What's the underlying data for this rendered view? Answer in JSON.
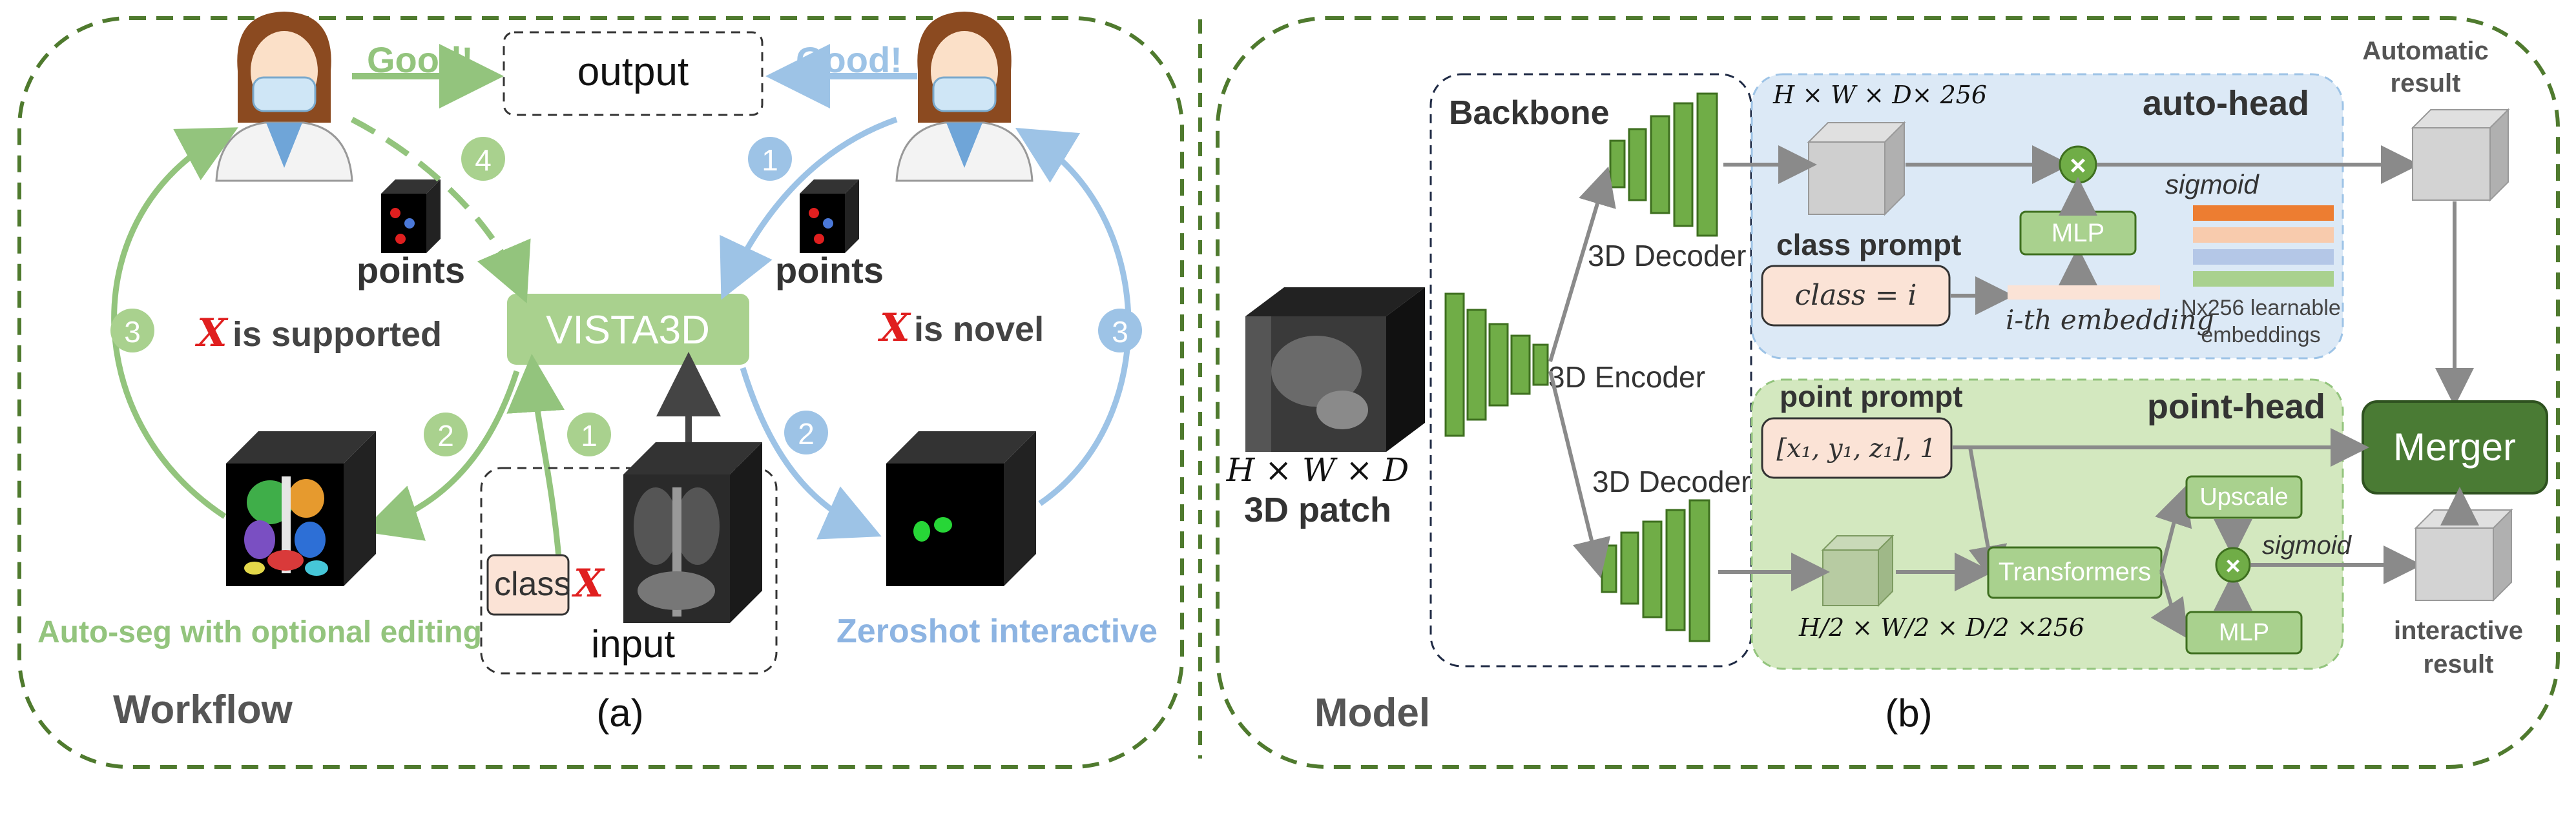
{
  "workflow": {
    "good_left": "Good!",
    "good_right": "Good!",
    "output": "output",
    "points_left": "points",
    "points_right": "points",
    "vista3d": "VISTA3D",
    "x_letter": "X",
    "is_supported": "is supported",
    "is_novel": "is novel",
    "class_word": "class",
    "input": "input",
    "auto_seg": "Auto-seg with optional editing",
    "zeroshot": "Zeroshot interactive",
    "workflow_label": "Workflow",
    "panel_a": "(a)",
    "step_1": "1",
    "step_2": "2",
    "step_3": "3",
    "step_4": "4"
  },
  "model": {
    "model_label": "Model",
    "panel_b": "(b)",
    "backbone": "Backbone",
    "decoder_top": "3D Decoder",
    "decoder_bottom": "3D Decoder",
    "encoder": "3D Encoder",
    "hwd": "H × W × D",
    "patch": "3D patch",
    "feat_top": "H × W × D× 256",
    "feat_bottom": "H/2 × W/2 × D/2 ×256",
    "auto_head": "auto-head",
    "point_head": "point-head",
    "class_prompt": "class prompt",
    "class_eq": "class = i",
    "ith_embedding": "i-th embedding",
    "mlp_top": "MLP",
    "sigmoid_top": "sigmoid",
    "learnable_1": "Nx256 learnable",
    "learnable_2": "embeddings",
    "automatic_1": "Automatic",
    "automatic_2": "result",
    "merger": "Merger",
    "point_prompt": "point prompt",
    "point_eq": "[x₁, y₁, z₁], 1",
    "upscale": "Upscale",
    "transformers": "Transformers",
    "mlp_bottom": "MLP",
    "sigmoid_bottom": "sigmoid",
    "interactive_1": "interactive",
    "interactive_2": "result"
  },
  "colors": {
    "green_dark": "#4f7a2e",
    "green_light": "#93c47d",
    "green_fill": "#b5d99c",
    "blue_light": "#9dc3e6",
    "blue_text": "#8db4e2",
    "merger": "#4a7b34",
    "auto_bg": "#dce9f6",
    "point_bg": "#d3e8bf",
    "red": "#e01f1f",
    "prompt_fill": "#fbe3d6",
    "embed_orange": "#ed7d31",
    "embed_peach": "#f8cbad",
    "embed_blue": "#b4c7e7",
    "embed_green": "#a9d18e"
  }
}
